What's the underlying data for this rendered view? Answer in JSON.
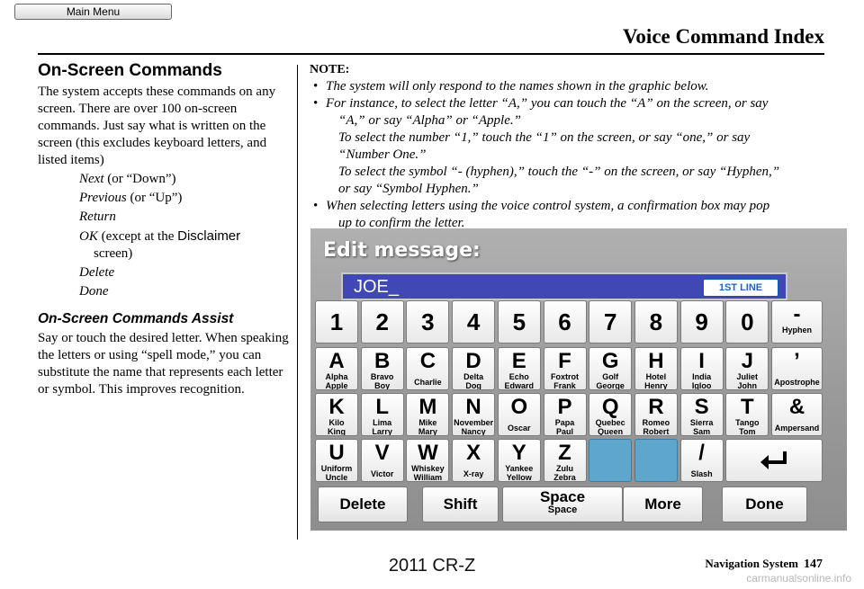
{
  "main_menu_label": "Main Menu",
  "page_title": "Voice Command Index",
  "left": {
    "heading": "On-Screen Commands",
    "intro": "The system accepts these commands on any screen. There are over 100 on-screen commands. Just say what is written on the screen (this excludes keyboard letters, and listed items)",
    "commands": [
      {
        "cmd": "Next",
        "note": " (or “Down”)"
      },
      {
        "cmd": "Previous",
        "note": " (or “Up”)"
      },
      {
        "cmd": "Return",
        "note": ""
      },
      {
        "cmd": "OK",
        "note": " (except at the ",
        "special": "Disclaimer",
        "cont": "screen)"
      },
      {
        "cmd": "Delete",
        "note": ""
      },
      {
        "cmd": "Done",
        "note": ""
      }
    ],
    "assist_heading": "On-Screen Commands Assist",
    "assist_text": "Say or touch the desired letter. When speaking the letters or using “spell mode,” you can substitute the name that represents each letter or symbol. This improves recognition."
  },
  "note": {
    "title": "NOTE:",
    "b1": "The system will only respond to the names shown in the graphic below.",
    "b2_l1": "For instance, to select the letter “A,” you can touch the “A” on the screen, or say",
    "b2_l2": "“A,” or say “Alpha” or “Apple.”",
    "b2_l3": "To select the number “1,” touch the “1” on the screen, or say “one,” or say",
    "b2_l4": "“Number One.”",
    "b2_l5": "To select the symbol “- (hyphen),” touch the “-” on the screen, or say “Hyphen,”",
    "b2_l6": "or say “Symbol Hyphen.”",
    "b3_l1": "When selecting letters using the voice control system, a confirmation box may pop",
    "b3_l2": "up to confirm the letter."
  },
  "screen": {
    "title": "Edit message:",
    "input_value": "JOE_",
    "line_button": "1ST LINE",
    "row1": [
      "1",
      "2",
      "3",
      "4",
      "5",
      "6",
      "7",
      "8",
      "9",
      "0"
    ],
    "hyphen": {
      "big": "-",
      "sub": "Hyphen"
    },
    "row2": [
      {
        "big": "A",
        "l1": "Alpha",
        "l2": "Apple"
      },
      {
        "big": "B",
        "l1": "Bravo",
        "l2": "Boy"
      },
      {
        "big": "C",
        "l1": "Charlie",
        "l2": ""
      },
      {
        "big": "D",
        "l1": "Delta",
        "l2": "Dog"
      },
      {
        "big": "E",
        "l1": "Echo",
        "l2": "Edward"
      },
      {
        "big": "F",
        "l1": "Foxtrot",
        "l2": "Frank"
      },
      {
        "big": "G",
        "l1": "Golf",
        "l2": "George"
      },
      {
        "big": "H",
        "l1": "Hotel",
        "l2": "Henry"
      },
      {
        "big": "I",
        "l1": "India",
        "l2": "Igloo"
      },
      {
        "big": "J",
        "l1": "Juliet",
        "l2": "John"
      },
      {
        "big": "’",
        "l1": "Apostrophe",
        "l2": ""
      }
    ],
    "row3": [
      {
        "big": "K",
        "l1": "Kilo",
        "l2": "King"
      },
      {
        "big": "L",
        "l1": "Lima",
        "l2": "Larry"
      },
      {
        "big": "M",
        "l1": "Mike",
        "l2": "Mary"
      },
      {
        "big": "N",
        "l1": "November",
        "l2": "Nancy"
      },
      {
        "big": "O",
        "l1": "Oscar",
        "l2": ""
      },
      {
        "big": "P",
        "l1": "Papa",
        "l2": "Paul"
      },
      {
        "big": "Q",
        "l1": "Quebec",
        "l2": "Queen"
      },
      {
        "big": "R",
        "l1": "Romeo",
        "l2": "Robert"
      },
      {
        "big": "S",
        "l1": "Sierra",
        "l2": "Sam"
      },
      {
        "big": "T",
        "l1": "Tango",
        "l2": "Tom"
      },
      {
        "big": "&",
        "l1": "Ampersand",
        "l2": ""
      }
    ],
    "row4": [
      {
        "big": "U",
        "l1": "Uniform",
        "l2": "Uncle"
      },
      {
        "big": "V",
        "l1": "Victor",
        "l2": ""
      },
      {
        "big": "W",
        "l1": "Whiskey",
        "l2": "William"
      },
      {
        "big": "X",
        "l1": "X-ray",
        "l2": ""
      },
      {
        "big": "Y",
        "l1": "Yankee",
        "l2": "Yellow"
      },
      {
        "big": "Z",
        "l1": "Zulu",
        "l2": "Zebra"
      },
      {
        "big": "",
        "l1": "",
        "l2": "",
        "blank": true
      },
      {
        "big": "",
        "l1": "",
        "l2": "",
        "blank": true
      },
      {
        "big": "/",
        "l1": "Slash",
        "l2": ""
      }
    ],
    "enter_icon": "return-arrow-icon",
    "func": {
      "delete": "Delete",
      "shift": "Shift",
      "space": "Space",
      "space_sub": "Space",
      "more": "More",
      "done": "Done"
    }
  },
  "footer": {
    "nav": "Navigation System",
    "page": "147",
    "model": "2011 CR-Z",
    "watermark": "carmanualsonline.info"
  }
}
